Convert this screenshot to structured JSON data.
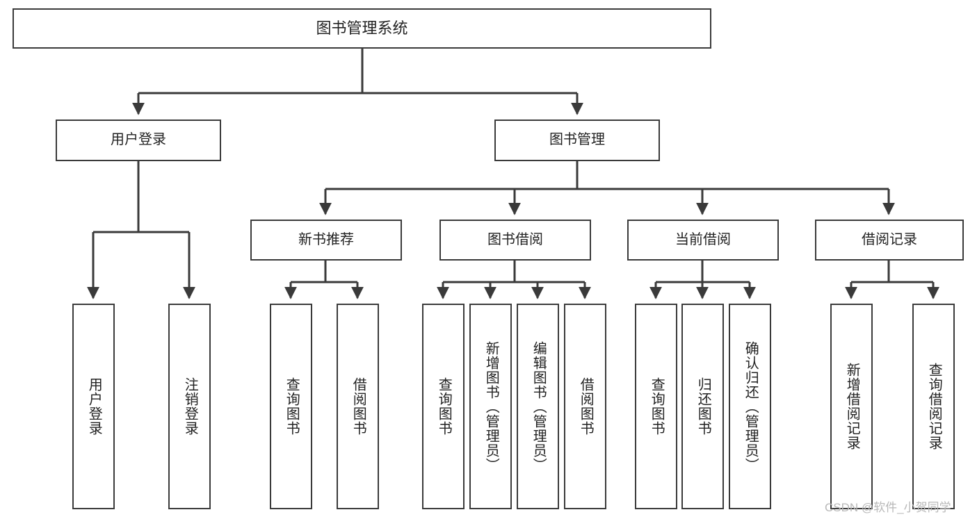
{
  "diagram": {
    "title": "图书管理系统",
    "watermark": "CSDN @软件_小贺同学",
    "line_color": "#3a3a3a",
    "text_color": "#222222",
    "background": "#ffffff",
    "root": {
      "label": "图书管理系统"
    },
    "level2": [
      {
        "label": "用户登录"
      },
      {
        "label": "图书管理"
      }
    ],
    "level3": [
      {
        "label": "新书推荐"
      },
      {
        "label": "图书借阅"
      },
      {
        "label": "当前借阅"
      },
      {
        "label": "借阅记录"
      }
    ],
    "leaves": {
      "user_login": [
        {
          "label": "用户登录"
        },
        {
          "label": "注销登录"
        }
      ],
      "new_book_recommend": [
        {
          "label": "查询图书"
        },
        {
          "label": "借阅图书"
        }
      ],
      "book_borrow": [
        {
          "label": "查询图书"
        },
        {
          "label": "新增图书（管理员）"
        },
        {
          "label": "编辑图书（管理员）"
        },
        {
          "label": "借阅图书"
        }
      ],
      "current_borrow": [
        {
          "label": "查询图书"
        },
        {
          "label": "归还图书"
        },
        {
          "label": "确认归还（管理员）"
        }
      ],
      "borrow_record": [
        {
          "label": "新增借阅记录"
        },
        {
          "label": "查询借阅记录"
        }
      ]
    }
  }
}
